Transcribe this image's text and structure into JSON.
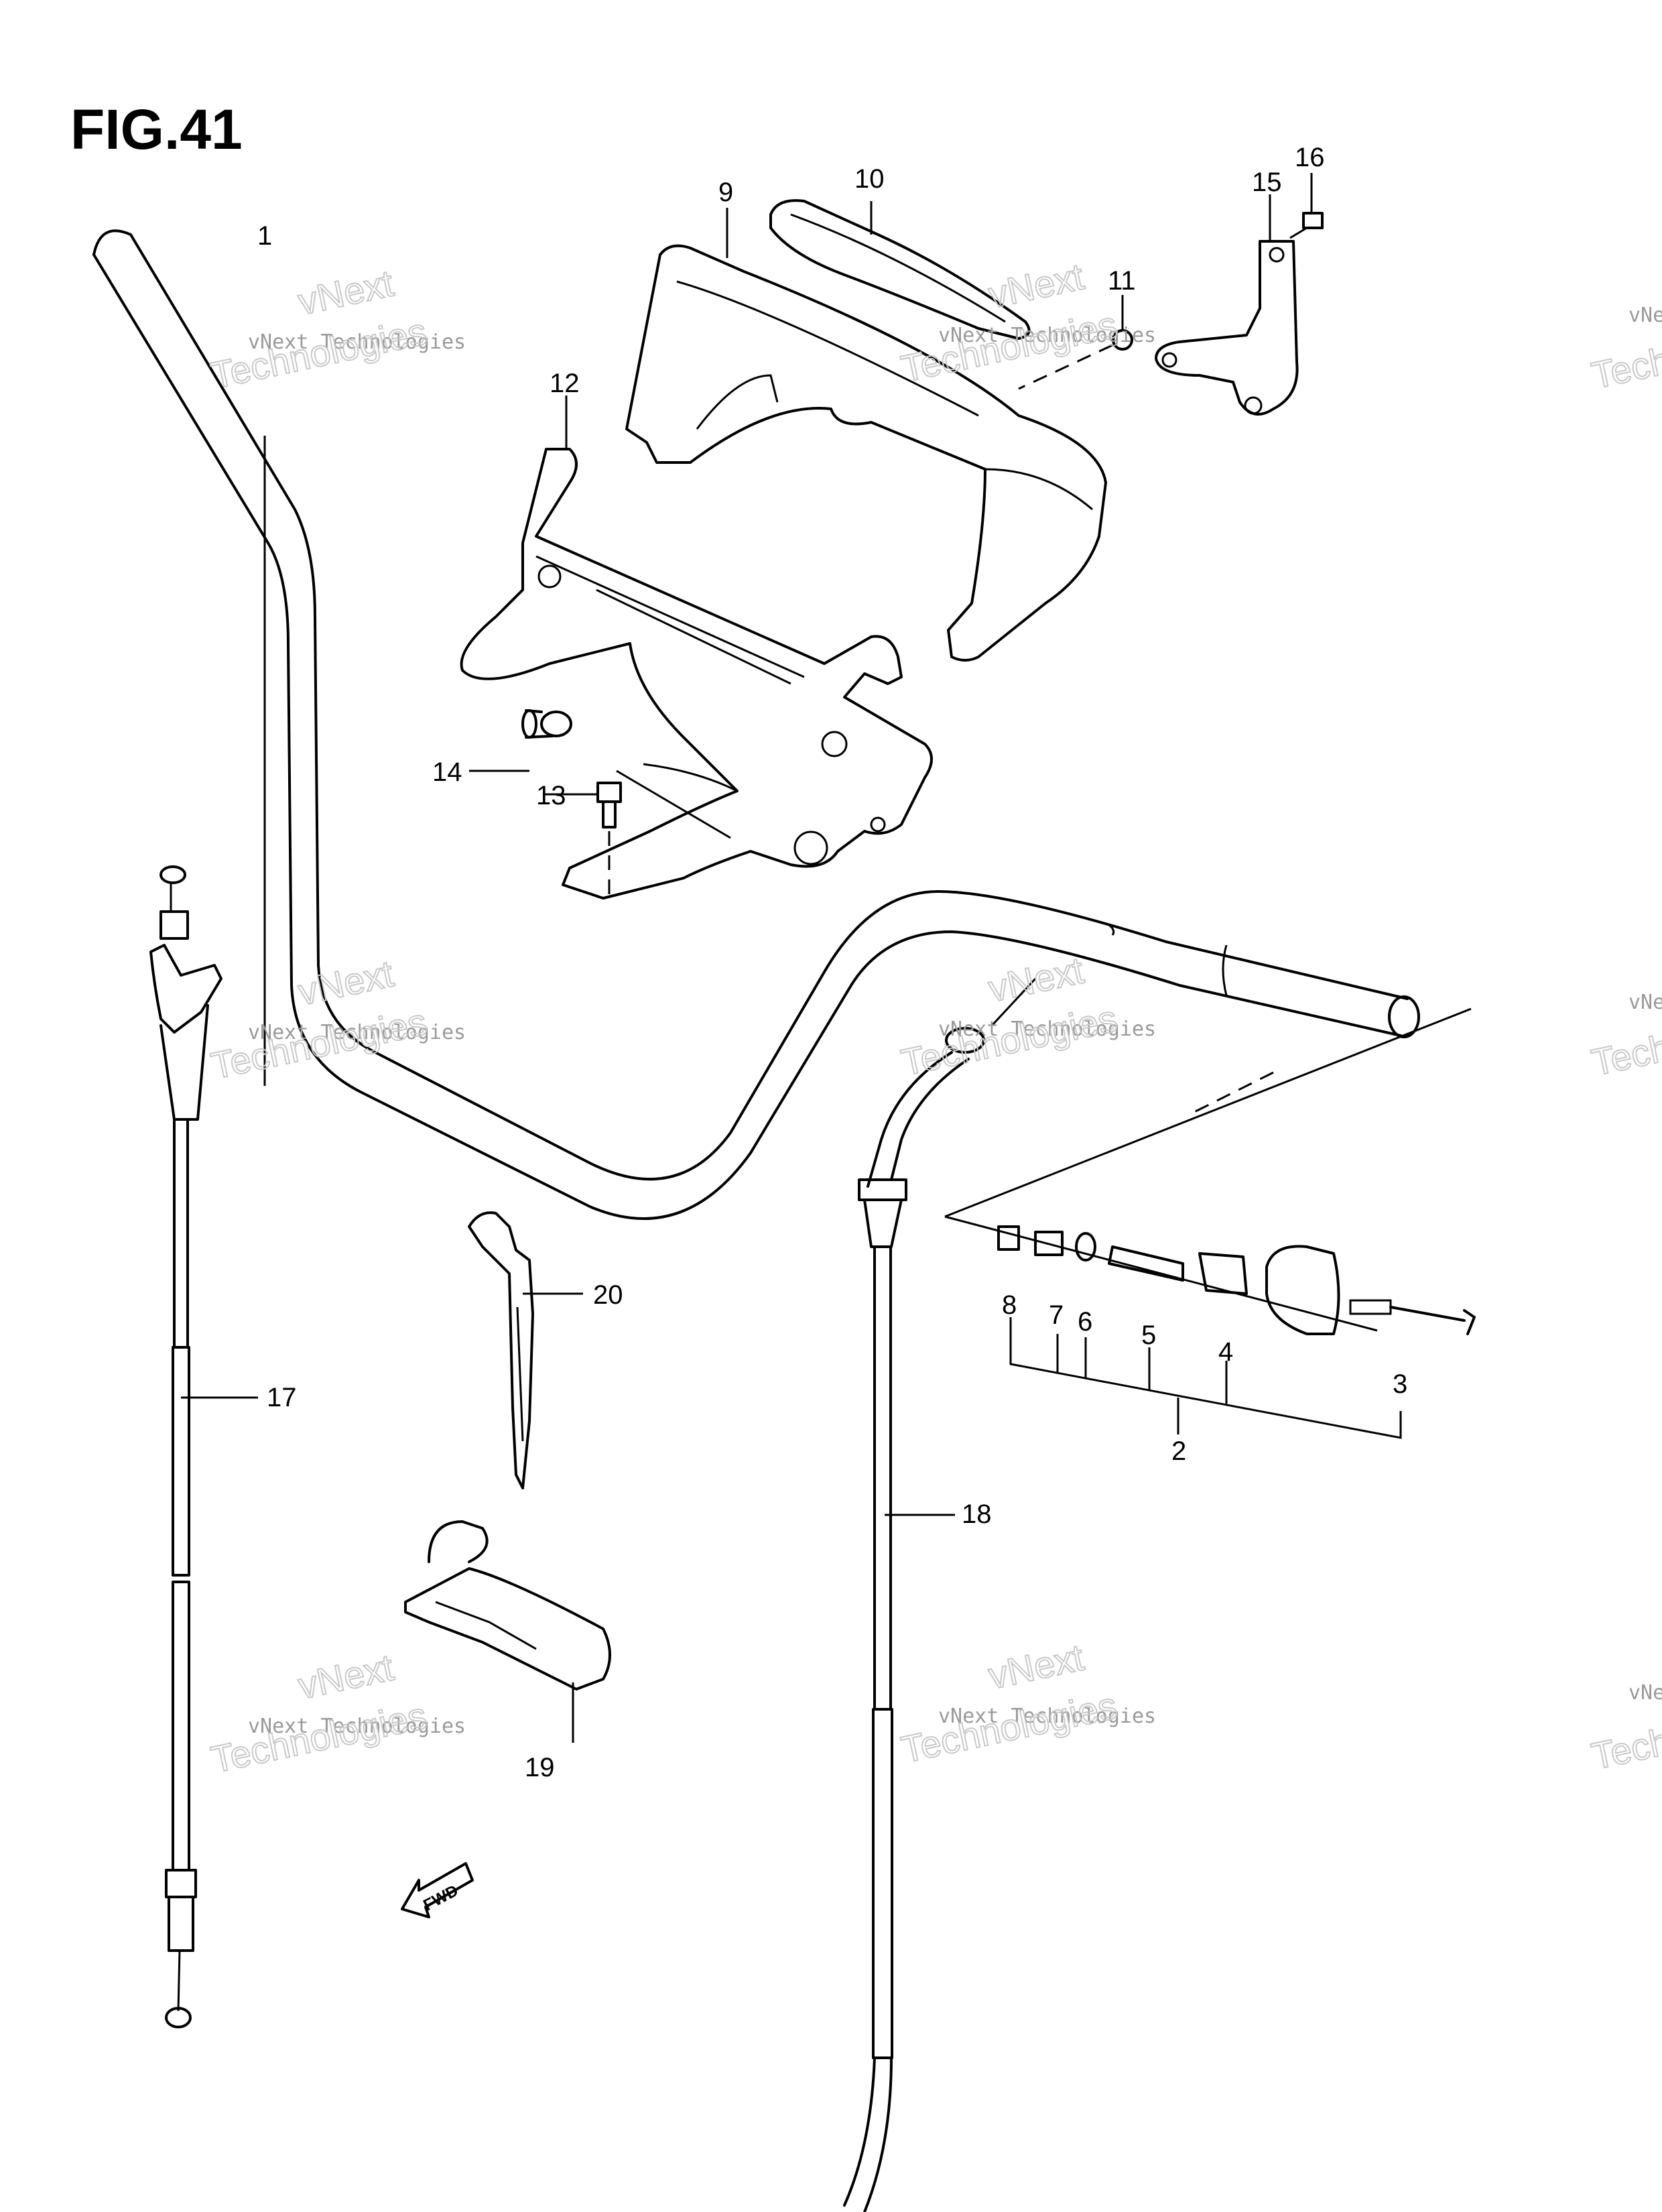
{
  "title": "FIG.41",
  "watermark": {
    "line1": "vNext Technologies",
    "line2": "vNext",
    "line3": "Technologies"
  },
  "fwd_label": "FWD",
  "callouts": {
    "c1": "1",
    "c2": "2",
    "c3": "3",
    "c4": "4",
    "c5": "5",
    "c6": "6",
    "c7": "7",
    "c8": "8",
    "c9": "9",
    "c10": "10",
    "c11": "11",
    "c12": "12",
    "c13": "13",
    "c14": "14",
    "c15": "15",
    "c16": "16",
    "c17": "17",
    "c18": "18",
    "c19": "19",
    "c20": "20"
  }
}
